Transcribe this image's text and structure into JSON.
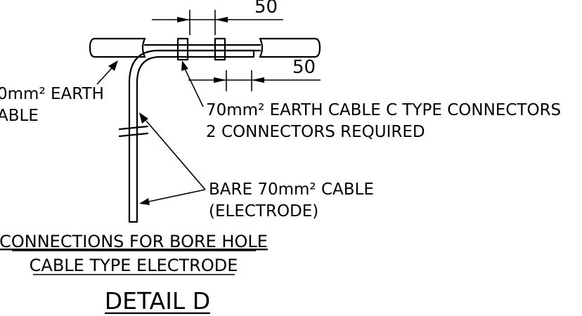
{
  "dimensions": {
    "top": "50",
    "right": "50"
  },
  "labels": {
    "earth_cable_line1": "0mm² EARTH",
    "earth_cable_line2": "ABLE",
    "connectors_line1": "70mm² EARTH CABLE C TYPE CONNECTORS",
    "connectors_line2": "2 CONNECTORS REQUIRED",
    "bare_cable_line1": "BARE 70mm² CABLE",
    "bare_cable_line2": "(ELECTRODE)"
  },
  "caption": {
    "line1": "CONNECTIONS FOR BORE HOLE",
    "line2": "CABLE TYPE ELECTRODE",
    "detail": "DETAIL D"
  },
  "colors": {
    "ink": "#000000",
    "background": "#ffffff"
  }
}
